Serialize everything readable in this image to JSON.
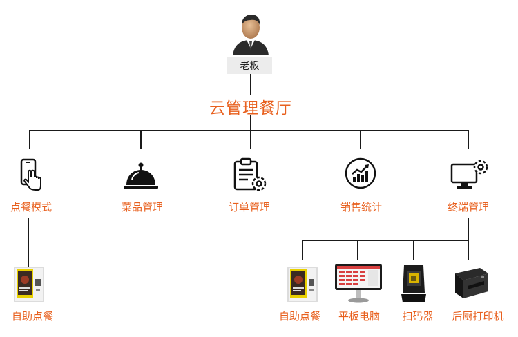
{
  "root": {
    "label": "老板",
    "icon": "boss-avatar-icon"
  },
  "center": {
    "title": "云管理餐厅"
  },
  "modules": [
    {
      "label": "点餐模式",
      "icon": "touch-phone-icon"
    },
    {
      "label": "菜品管理",
      "icon": "food-cloche-icon"
    },
    {
      "label": "订单管理",
      "icon": "order-clipboard-icon"
    },
    {
      "label": "销售统计",
      "icon": "sales-chart-icon"
    },
    {
      "label": "终端管理",
      "icon": "monitor-gear-icon"
    }
  ],
  "ordering_children": [
    {
      "label": "自助点餐",
      "icon": "kiosk-device-icon"
    }
  ],
  "terminal_children": [
    {
      "label": "自助点餐",
      "icon": "kiosk-device-icon"
    },
    {
      "label": "平板电脑",
      "icon": "pos-tablet-icon"
    },
    {
      "label": "扫码器",
      "icon": "barcode-scanner-icon"
    },
    {
      "label": "后厨打印机",
      "icon": "kitchen-printer-icon"
    }
  ],
  "colors": {
    "accent": "#e8601e",
    "line": "#1a1a1a"
  }
}
